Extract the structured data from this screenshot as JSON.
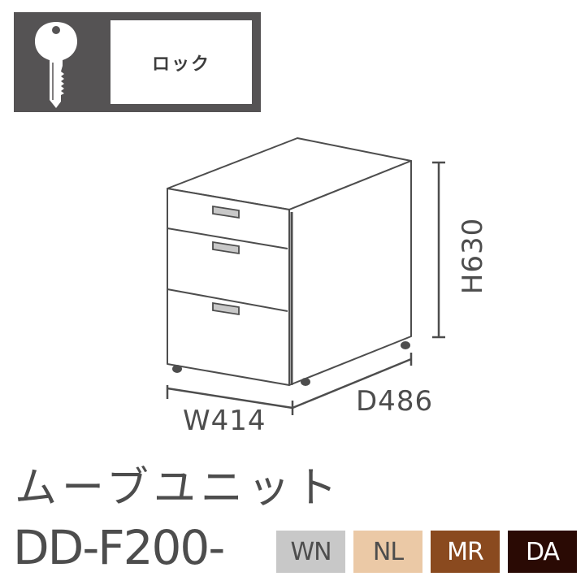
{
  "badge": {
    "icon": "key-icon",
    "label": "ロック",
    "background": "#555354"
  },
  "drawing": {
    "type": "isometric-line-drawing",
    "subject": "3-drawer mobile pedestal on casters",
    "drawers": 3,
    "dimensions": {
      "width": "W414",
      "depth": "D486",
      "height": "H630"
    }
  },
  "product": {
    "name": "ムーブユニット",
    "model_code": "DD-F200-"
  },
  "colors": [
    {
      "code": "WN",
      "background": "#c8c8c8",
      "text_color": "#4d4d4d"
    },
    {
      "code": "NL",
      "background": "#ebc9a6",
      "text_color": "#4d4d4d"
    },
    {
      "code": "MR",
      "background": "#8a4a1f",
      "text_color": "#ffffff"
    },
    {
      "code": "DA",
      "background": "#2a0a04",
      "text_color": "#ffffff"
    }
  ]
}
